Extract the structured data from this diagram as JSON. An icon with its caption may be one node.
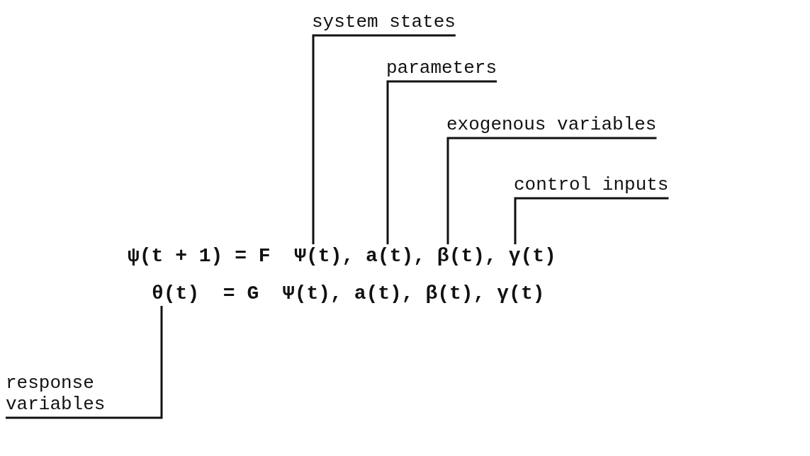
{
  "diagram": {
    "nodes": [
      {
        "text": [
          "system states"
        ]
      },
      {
        "text": [
          "parameters"
        ]
      },
      {
        "text": [
          "exogenous variables"
        ]
      },
      {
        "text": [
          "control inputs"
        ]
      },
      {
        "text": [
          "response variables"
        ]
      },
      {
        "text": [
          "ψ(t + 1) = F  Ψ(t), a(t), β(t), γ(t)"
        ]
      },
      {
        "text": [
          "θ(t)  = G  Ψ(t), a(t), β(t), γ(t)"
        ]
      }
    ],
    "edges": [
      {
        "from": 0,
        "to": 5,
        "arrow": "none"
      },
      {
        "from": 1,
        "to": 5,
        "arrow": "none"
      },
      {
        "from": 2,
        "to": 5,
        "arrow": "none"
      },
      {
        "from": 3,
        "to": 5,
        "arrow": "none"
      },
      {
        "from": 4,
        "to": 6,
        "arrow": "none"
      }
    ]
  }
}
